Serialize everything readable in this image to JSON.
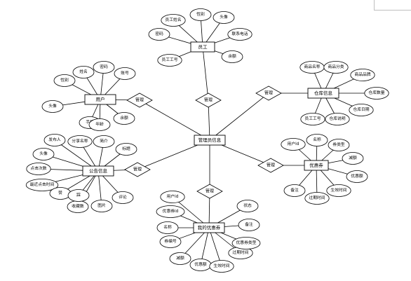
{
  "entities": {
    "center": "管理员信息",
    "employee": "员工",
    "user": "用户",
    "warehouse": "仓库信息",
    "notice": "公告信息",
    "coupon": "优惠券",
    "mycoupon": "我的优惠券"
  },
  "relations": {
    "employee": "管理",
    "user": "管理",
    "warehouse": "管理",
    "notice": "管理",
    "coupon": "管理",
    "mycoupon": "管理"
  },
  "attributes": {
    "employee": [
      "员工姓名",
      "性别",
      "头像",
      "联系电话",
      "余额",
      "员工工号",
      "密码"
    ],
    "user": [
      "姓名",
      "密码",
      "账号",
      "性别",
      "头像",
      "手机",
      "年龄",
      "余额"
    ],
    "warehouse": [
      "商品名称",
      "商品分类",
      "商品品牌",
      "仓库数量",
      "仓库日期",
      "员工工号",
      "仓库说明"
    ],
    "notice": [
      "发布人",
      "分享名称",
      "简介",
      "标题",
      "头像",
      "点击次数",
      "最近点击时间",
      "赞",
      "收藏数",
      "图片",
      "踩",
      "评论"
    ],
    "coupon": [
      "用户id",
      "名称",
      "券类型",
      "减额",
      "优惠额",
      "备注",
      "过期时间",
      "生效时间"
    ],
    "mycoupon": [
      "用户id",
      "优惠券id",
      "名称",
      "券编号",
      "减额",
      "优惠额",
      "生效时间",
      "过期时间",
      "优惠券类型",
      "备注",
      "状态"
    ]
  }
}
